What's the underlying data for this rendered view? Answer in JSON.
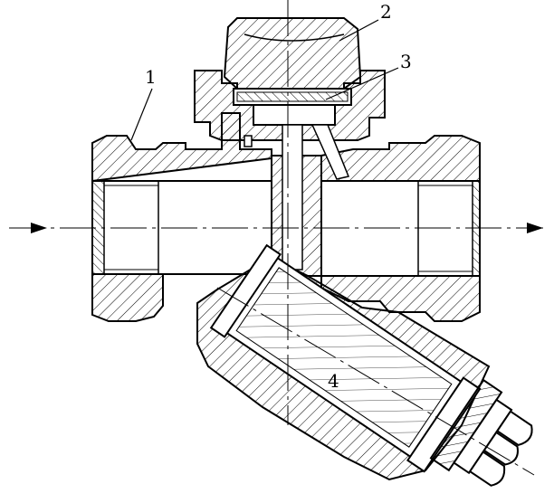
{
  "labels": {
    "part1": "1",
    "part2": "2",
    "part3": "3",
    "part4": "4"
  },
  "colors": {
    "line": "#000000",
    "hatch": "#000000",
    "background": "#ffffff"
  }
}
